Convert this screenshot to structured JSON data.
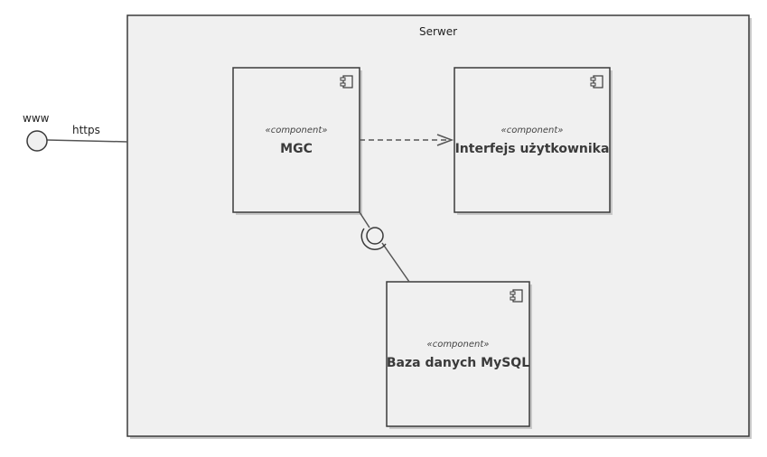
{
  "diagram": {
    "node": {
      "name": "Serwer"
    },
    "external_interface": {
      "name": "www",
      "connector_label": "https"
    },
    "components": [
      {
        "id": "mgc",
        "stereotype": "«component»",
        "name": "MGC"
      },
      {
        "id": "ui",
        "stereotype": "«component»",
        "name": "Interfejs użytkownika"
      },
      {
        "id": "db",
        "stereotype": "«component»",
        "name": "Baza danych MySQL"
      }
    ],
    "relations": [
      {
        "from": "mgc",
        "to": "ui",
        "kind": "dependency"
      },
      {
        "from": "db",
        "to": "mgc",
        "kind": "assembly"
      }
    ],
    "colors": {
      "box_fill": "#f0f0f0",
      "box_stroke": "#3a3a3a",
      "shadow": "#c8c8c8",
      "line": "#555555"
    }
  }
}
